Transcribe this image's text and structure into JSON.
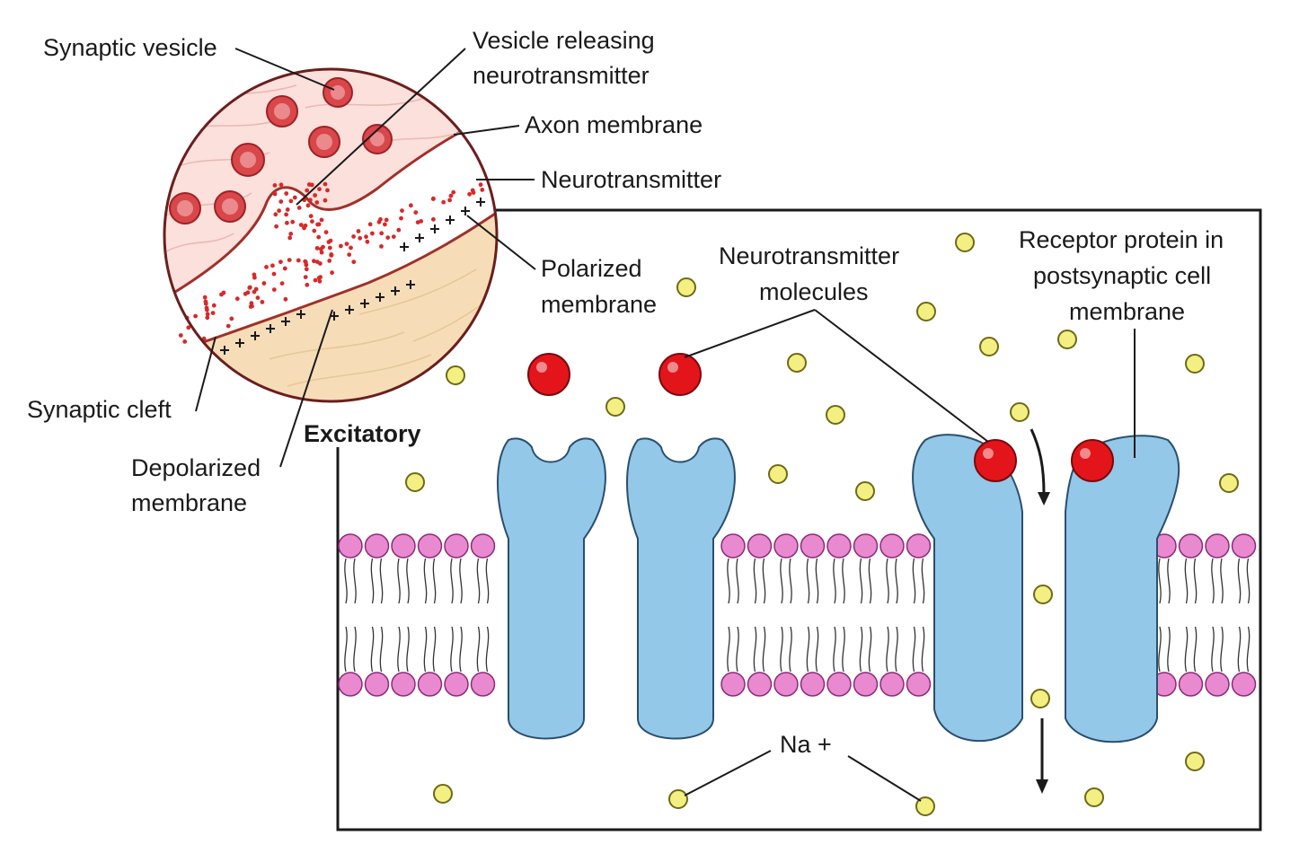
{
  "labels": {
    "synaptic_vesicle": "Synaptic vesicle",
    "vesicle_releasing_1": "Vesicle releasing",
    "vesicle_releasing_2": "neurotransmitter",
    "axon_membrane": "Axon membrane",
    "neurotransmitter": "Neurotransmitter",
    "polarized_1": "Polarized",
    "polarized_2": "membrane",
    "synaptic_cleft": "Synaptic cleft",
    "depolarized_1": "Depolarized",
    "depolarized_2": "membrane",
    "excitatory": "Excitatory",
    "nt_molecules_1": "Neurotransmitter",
    "nt_molecules_2": "molecules",
    "receptor_1": "Receptor protein in",
    "receptor_2": "postsynaptic cell",
    "receptor_3": "membrane",
    "na_plus": "Na +"
  },
  "colors": {
    "membrane_head": "#e98ad0",
    "receptor_protein": "#93c8e8",
    "neurotransmitter_molecule": "#e3151b",
    "sodium_ion": "#f3ef82",
    "vesicle": "#d9474a",
    "axon_fill": "#fbe0dc",
    "postsynaptic_fill": "#f6ddb7",
    "outline": "#222222"
  }
}
